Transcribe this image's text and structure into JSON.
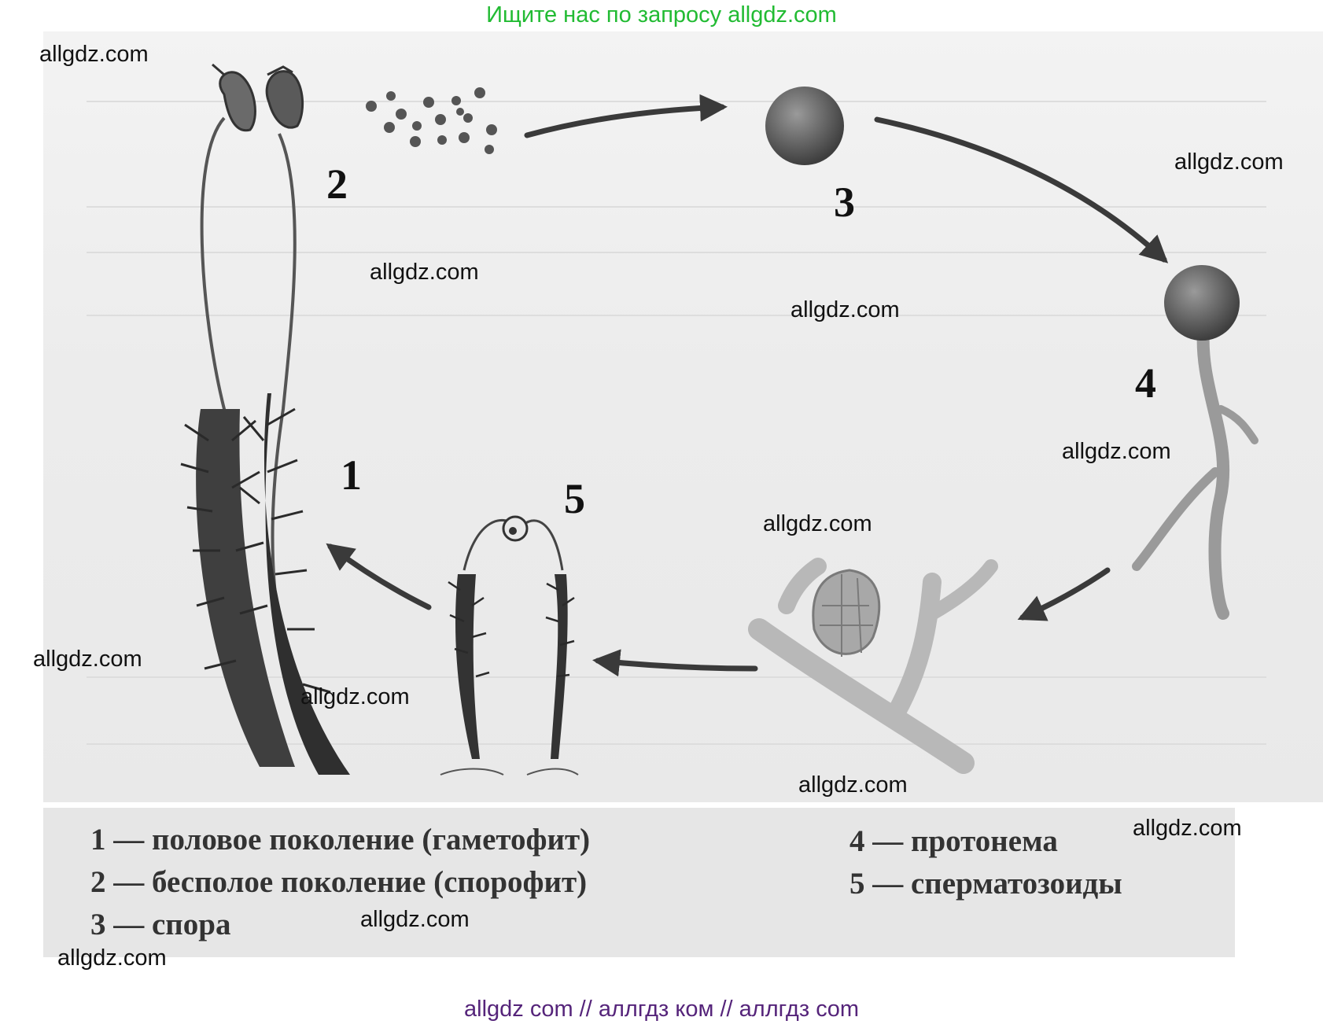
{
  "header": {
    "promo": "Ищите нас по запросу allgdz.com"
  },
  "diagram": {
    "labels": [
      "1",
      "2",
      "3",
      "4",
      "5"
    ],
    "legend": [
      "1 — половое поколение (гаметофит)",
      "2 — бесполое поколение (спорофит)",
      "3 — спора",
      "4 — протонема",
      "5 — сперматозоиды"
    ]
  },
  "watermarks": {
    "text": "allgdz.com"
  },
  "footer": {
    "links": "allgdz com  //  аллгдз ком  //  аллгдз com"
  }
}
